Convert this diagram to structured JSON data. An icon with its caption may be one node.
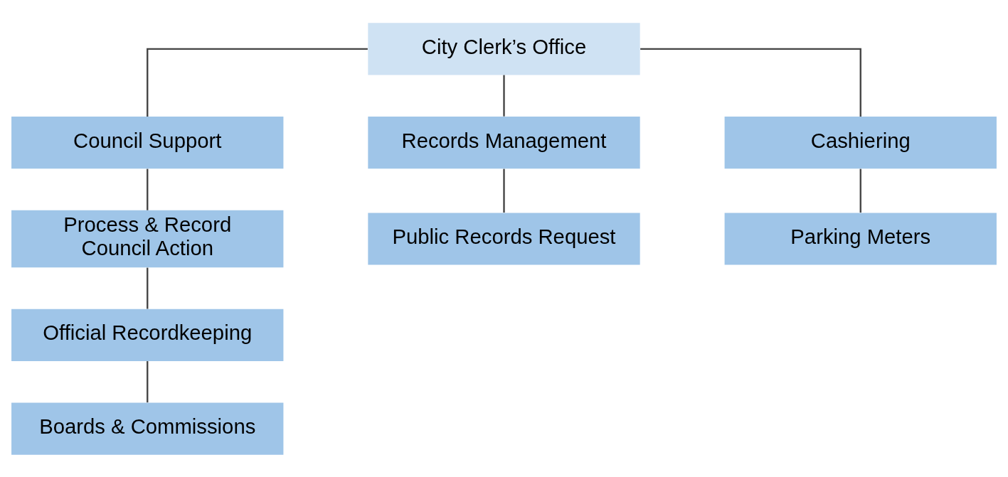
{
  "diagram": {
    "nodes": [
      {
        "text": [
          "City Clerk’s Office"
        ]
      },
      {
        "text": [
          "Council Support"
        ]
      },
      {
        "text": [
          "Records Management"
        ]
      },
      {
        "text": [
          "Cashiering"
        ]
      },
      {
        "text": [
          "Process & Record Council Action"
        ]
      },
      {
        "text": [
          "Official Recordkeeping"
        ]
      },
      {
        "text": [
          "Boards & Commissions"
        ]
      },
      {
        "text": [
          "Public Records Request"
        ]
      },
      {
        "text": [
          "Parking Meters"
        ]
      }
    ],
    "edges": [
      {
        "from": 0,
        "to": 1,
        "arrow": "none"
      },
      {
        "from": 0,
        "to": 2,
        "arrow": "none"
      },
      {
        "from": 0,
        "to": 3,
        "arrow": "none"
      },
      {
        "from": 1,
        "to": 4,
        "arrow": "none"
      },
      {
        "from": 4,
        "to": 5,
        "arrow": "none"
      },
      {
        "from": 5,
        "to": 6,
        "arrow": "none"
      },
      {
        "from": 2,
        "to": 7,
        "arrow": "none"
      },
      {
        "from": 3,
        "to": 8,
        "arrow": "none"
      }
    ]
  }
}
